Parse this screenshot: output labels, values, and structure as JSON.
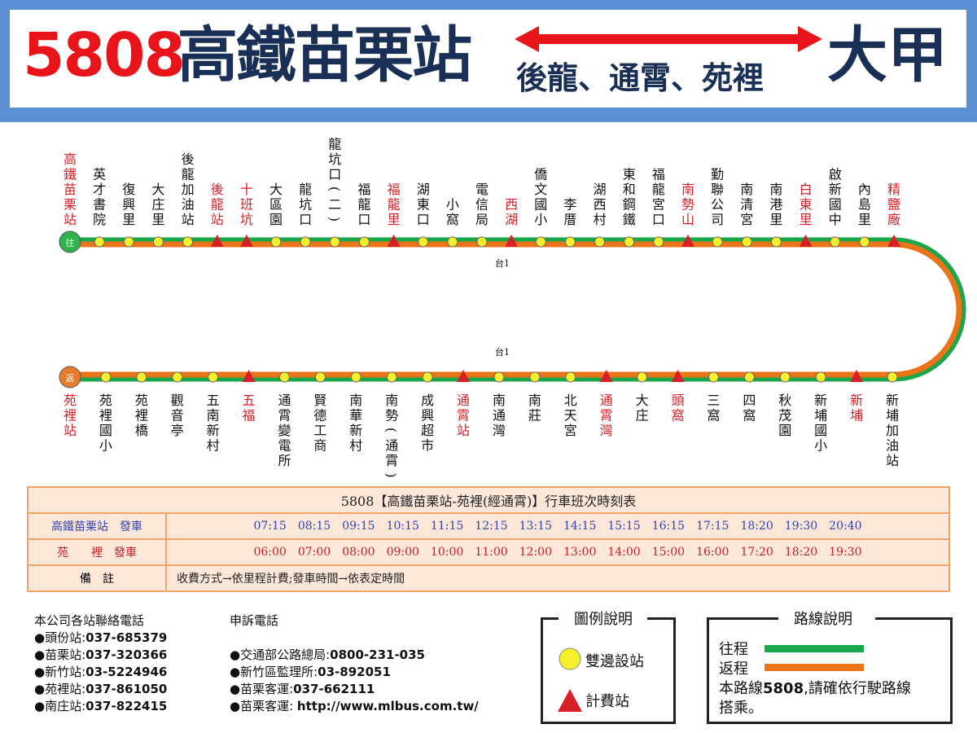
{
  "header": {
    "route_number": "5808",
    "origin": "高鐵苗栗站",
    "destination": "大甲",
    "via": "後龍、通霄、苑裡"
  },
  "map": {
    "outbound_marker": "往",
    "return_marker": "返",
    "highway_label_top": "台1",
    "highway_label_bottom": "台1",
    "colors": {
      "outbound": "#1aa64a",
      "return": "#e8751a",
      "stop": "#f5ef2c",
      "fare_stop": "#d81f26",
      "highlight_text": "#d81f26"
    },
    "top_stops": [
      {
        "name": "高鐵苗栗站",
        "type": "terminal",
        "highlight": true
      },
      {
        "name": "英才書院",
        "type": "stop",
        "highlight": false
      },
      {
        "name": "復興里",
        "type": "stop",
        "highlight": false
      },
      {
        "name": "大庄里",
        "type": "stop",
        "highlight": false
      },
      {
        "name": "後龍加油站",
        "type": "stop",
        "highlight": false
      },
      {
        "name": "後龍站",
        "type": "fare",
        "highlight": true
      },
      {
        "name": "十班坑",
        "type": "fare",
        "highlight": true
      },
      {
        "name": "大區園",
        "type": "stop",
        "highlight": false
      },
      {
        "name": "龍坑口",
        "type": "stop",
        "highlight": false
      },
      {
        "name": "龍坑口(二)",
        "type": "stop",
        "highlight": false
      },
      {
        "name": "福龍口",
        "type": "stop",
        "highlight": false
      },
      {
        "name": "福龍里",
        "type": "fare",
        "highlight": true
      },
      {
        "name": "湖東口",
        "type": "stop",
        "highlight": false
      },
      {
        "name": "小窩",
        "type": "stop",
        "highlight": false
      },
      {
        "name": "電信局",
        "type": "stop",
        "highlight": false
      },
      {
        "name": "西湖",
        "type": "fare",
        "highlight": true
      },
      {
        "name": "僑文國小",
        "type": "stop",
        "highlight": false
      },
      {
        "name": "李厝",
        "type": "stop",
        "highlight": false
      },
      {
        "name": "湖西村",
        "type": "stop",
        "highlight": false
      },
      {
        "name": "東和鋼鐵",
        "type": "stop",
        "highlight": false
      },
      {
        "name": "福龍宮口",
        "type": "stop",
        "highlight": false
      },
      {
        "name": "南勢山",
        "type": "fare",
        "highlight": true
      },
      {
        "name": "勤聯公司",
        "type": "stop",
        "highlight": false
      },
      {
        "name": "南清宮",
        "type": "stop",
        "highlight": false
      },
      {
        "name": "南港里",
        "type": "stop",
        "highlight": false
      },
      {
        "name": "白東里",
        "type": "fare",
        "highlight": true
      },
      {
        "name": "啟新國中",
        "type": "stop",
        "highlight": false
      },
      {
        "name": "內島里",
        "type": "stop",
        "highlight": false
      },
      {
        "name": "精鹽廠",
        "type": "fare",
        "highlight": true
      }
    ],
    "bottom_stops": [
      {
        "name": "苑裡站",
        "type": "terminal",
        "highlight": true
      },
      {
        "name": "苑裡國小",
        "type": "stop",
        "highlight": false
      },
      {
        "name": "苑裡橋",
        "type": "stop",
        "highlight": false
      },
      {
        "name": "觀音亭",
        "type": "stop",
        "highlight": false
      },
      {
        "name": "五南新村",
        "type": "stop",
        "highlight": false
      },
      {
        "name": "五福",
        "type": "fare",
        "highlight": true
      },
      {
        "name": "通霄變電所",
        "type": "stop",
        "highlight": false
      },
      {
        "name": "賢德工商",
        "type": "stop",
        "highlight": false
      },
      {
        "name": "南華新村",
        "type": "stop",
        "highlight": false
      },
      {
        "name": "南勢(通霄)",
        "type": "stop",
        "highlight": false
      },
      {
        "name": "成興超市",
        "type": "stop",
        "highlight": false
      },
      {
        "name": "通霄站",
        "type": "fare",
        "highlight": true
      },
      {
        "name": "南通灣",
        "type": "stop",
        "highlight": false
      },
      {
        "name": "南莊",
        "type": "stop",
        "highlight": false
      },
      {
        "name": "北天宮",
        "type": "stop",
        "highlight": false
      },
      {
        "name": "通霄灣",
        "type": "fare",
        "highlight": true
      },
      {
        "name": "大庄",
        "type": "stop",
        "highlight": false
      },
      {
        "name": "頭窩",
        "type": "fare",
        "highlight": true
      },
      {
        "name": "三窩",
        "type": "stop",
        "highlight": false
      },
      {
        "name": "四窩",
        "type": "stop",
        "highlight": false
      },
      {
        "name": "秋茂園",
        "type": "stop",
        "highlight": false
      },
      {
        "name": "新埔國小",
        "type": "stop",
        "highlight": false
      },
      {
        "name": "新埔",
        "type": "fare",
        "highlight": true
      },
      {
        "name": "新埔加油站",
        "type": "stop",
        "highlight": false
      }
    ]
  },
  "timetable": {
    "title": "5808【高鐵苗栗站-苑裡(經通霄)】行車班次時刻表",
    "rows": [
      {
        "label": "高鐵苗栗站　發車",
        "color": "#2f45b3",
        "times": [
          "07:15",
          "08:15",
          "09:15",
          "10:15",
          "11:15",
          "12:15",
          "13:15",
          "14:15",
          "15:15",
          "16:15",
          "17:15",
          "18:20",
          "19:30",
          "20:40"
        ]
      },
      {
        "label": "苑　　裡　發車",
        "color": "#c8202a",
        "times": [
          "06:00",
          "07:00",
          "08:00",
          "09:00",
          "10:00",
          "11:00",
          "12:00",
          "13:00",
          "14:00",
          "15:00",
          "16:00",
          "17:20",
          "18:20",
          "19:30"
        ]
      }
    ],
    "note_label": "備　註",
    "note": "收費方式→依里程計費;發車時間→依表定時間"
  },
  "contacts": {
    "title": "本公司各站聯絡電話",
    "items": [
      {
        "name": "頭份站:",
        "phone": "037-685379"
      },
      {
        "name": "苗栗站:",
        "phone": "037-320366"
      },
      {
        "name": "新竹站:",
        "phone": "03-5224946"
      },
      {
        "name": "苑裡站:",
        "phone": "037-861050"
      },
      {
        "name": "南庄站:",
        "phone": "037-822415"
      }
    ]
  },
  "complaints": {
    "title": "申訴電話",
    "items": [
      {
        "name": "交通部公路總局:",
        "phone": "0800-231-035"
      },
      {
        "name": "新竹區監理所:",
        "phone": "03-892051"
      },
      {
        "name": "苗栗客運:",
        "phone": "037-662111"
      },
      {
        "name": "苗栗客運: ",
        "phone": "http://www.mlbus.com.tw/"
      }
    ]
  },
  "legend": {
    "title": "圖例說明",
    "stop_label": "雙邊設站",
    "fare_label": "計費站"
  },
  "route_info": {
    "title": "路線說明",
    "outbound_label": "往程",
    "return_label": "返程",
    "note_prefix": "本路線",
    "note_route": "5808",
    "note_suffix": ",請確依行駛路線",
    "note_line2": "搭乘。"
  }
}
